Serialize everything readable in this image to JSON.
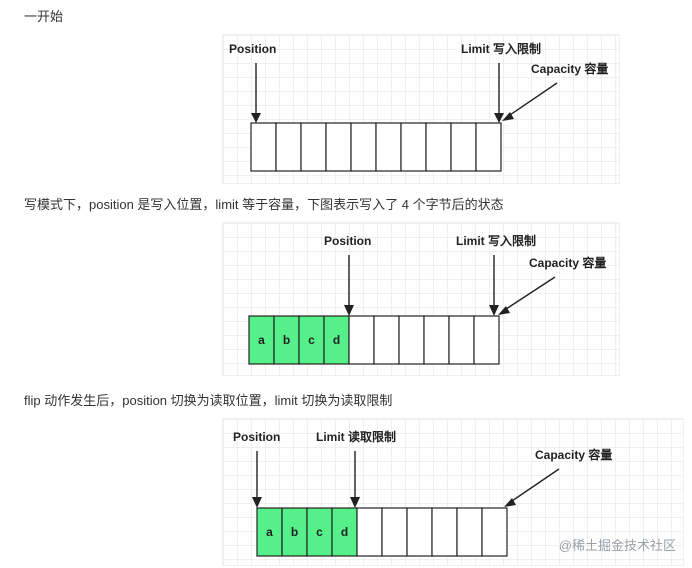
{
  "captions": {
    "c1": "一开始",
    "c2": "写模式下，position 是写入位置，limit 等于容量，下图表示写入了 4 个字节后的状态",
    "c3": "flip 动作发生后，position 切换为读取位置，limit 切换为读取限制"
  },
  "diagrams": {
    "d1": {
      "position": "Position",
      "limit": "Limit 写入限制",
      "capacity": "Capacity 容量",
      "cells": [
        "",
        "",
        "",
        "",
        "",
        "",
        "",
        "",
        "",
        ""
      ]
    },
    "d2": {
      "position": "Position",
      "limit": "Limit 写入限制",
      "capacity": "Capacity 容量",
      "cells": [
        "a",
        "b",
        "c",
        "d",
        "",
        "",
        "",
        "",
        "",
        ""
      ]
    },
    "d3": {
      "position": "Position",
      "limit": "Limit 读取限制",
      "capacity": "Capacity 容量",
      "cells": [
        "a",
        "b",
        "c",
        "d",
        "",
        "",
        "",
        "",
        "",
        ""
      ]
    }
  },
  "colors": {
    "filled": "#55f08a",
    "border": "#222222",
    "arrow": "#222222"
  },
  "watermark": "@稀土掘金技术社区"
}
